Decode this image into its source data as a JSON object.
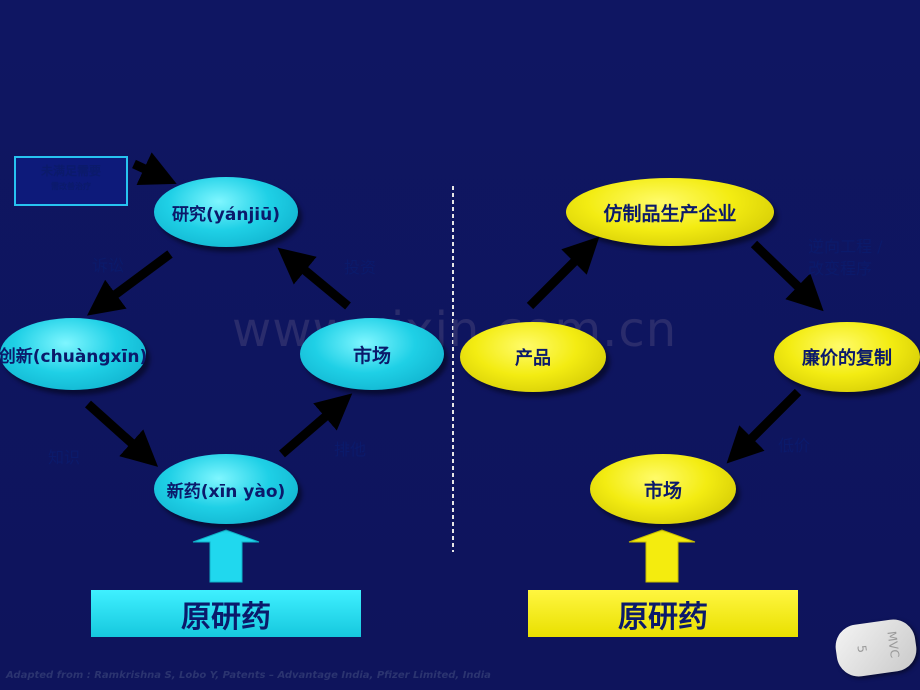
{
  "left": {
    "need_box": {
      "line1": "未满足需要",
      "line2": "需改善治疗"
    },
    "nodes": {
      "research": "研究(yánjiū)",
      "innovation": "创新(chuàngxīn)",
      "market": "市场",
      "new_drug": "新药(xīn yào)"
    },
    "labels": {
      "patent": "诉讼",
      "invest": "投资",
      "knowledge": "知识",
      "exclusive": "排他"
    },
    "bar": "原研药"
  },
  "right": {
    "nodes": {
      "generic_company": "仿制品生产企业",
      "product": "产品",
      "cheap_copy": "廉价的复制",
      "market": "市场"
    },
    "labels": {
      "reverse_line1": "逆向工程 /",
      "reverse_line2": "改变程序",
      "low_price": "低价"
    },
    "bar": "原研药"
  },
  "watermark": "www.zixin.com.cn",
  "footer": "Adapted from : Ramkrishna S, Lobo Y, Patents – Advantage India, Pfizer Limited, India",
  "pill": {
    "mark1": "5",
    "mark2": "MVC"
  },
  "colors": {
    "background": "#0f1560",
    "cyan": "#1fd0e6",
    "yellow": "#f3ec12",
    "text": "#0b1a6b"
  }
}
